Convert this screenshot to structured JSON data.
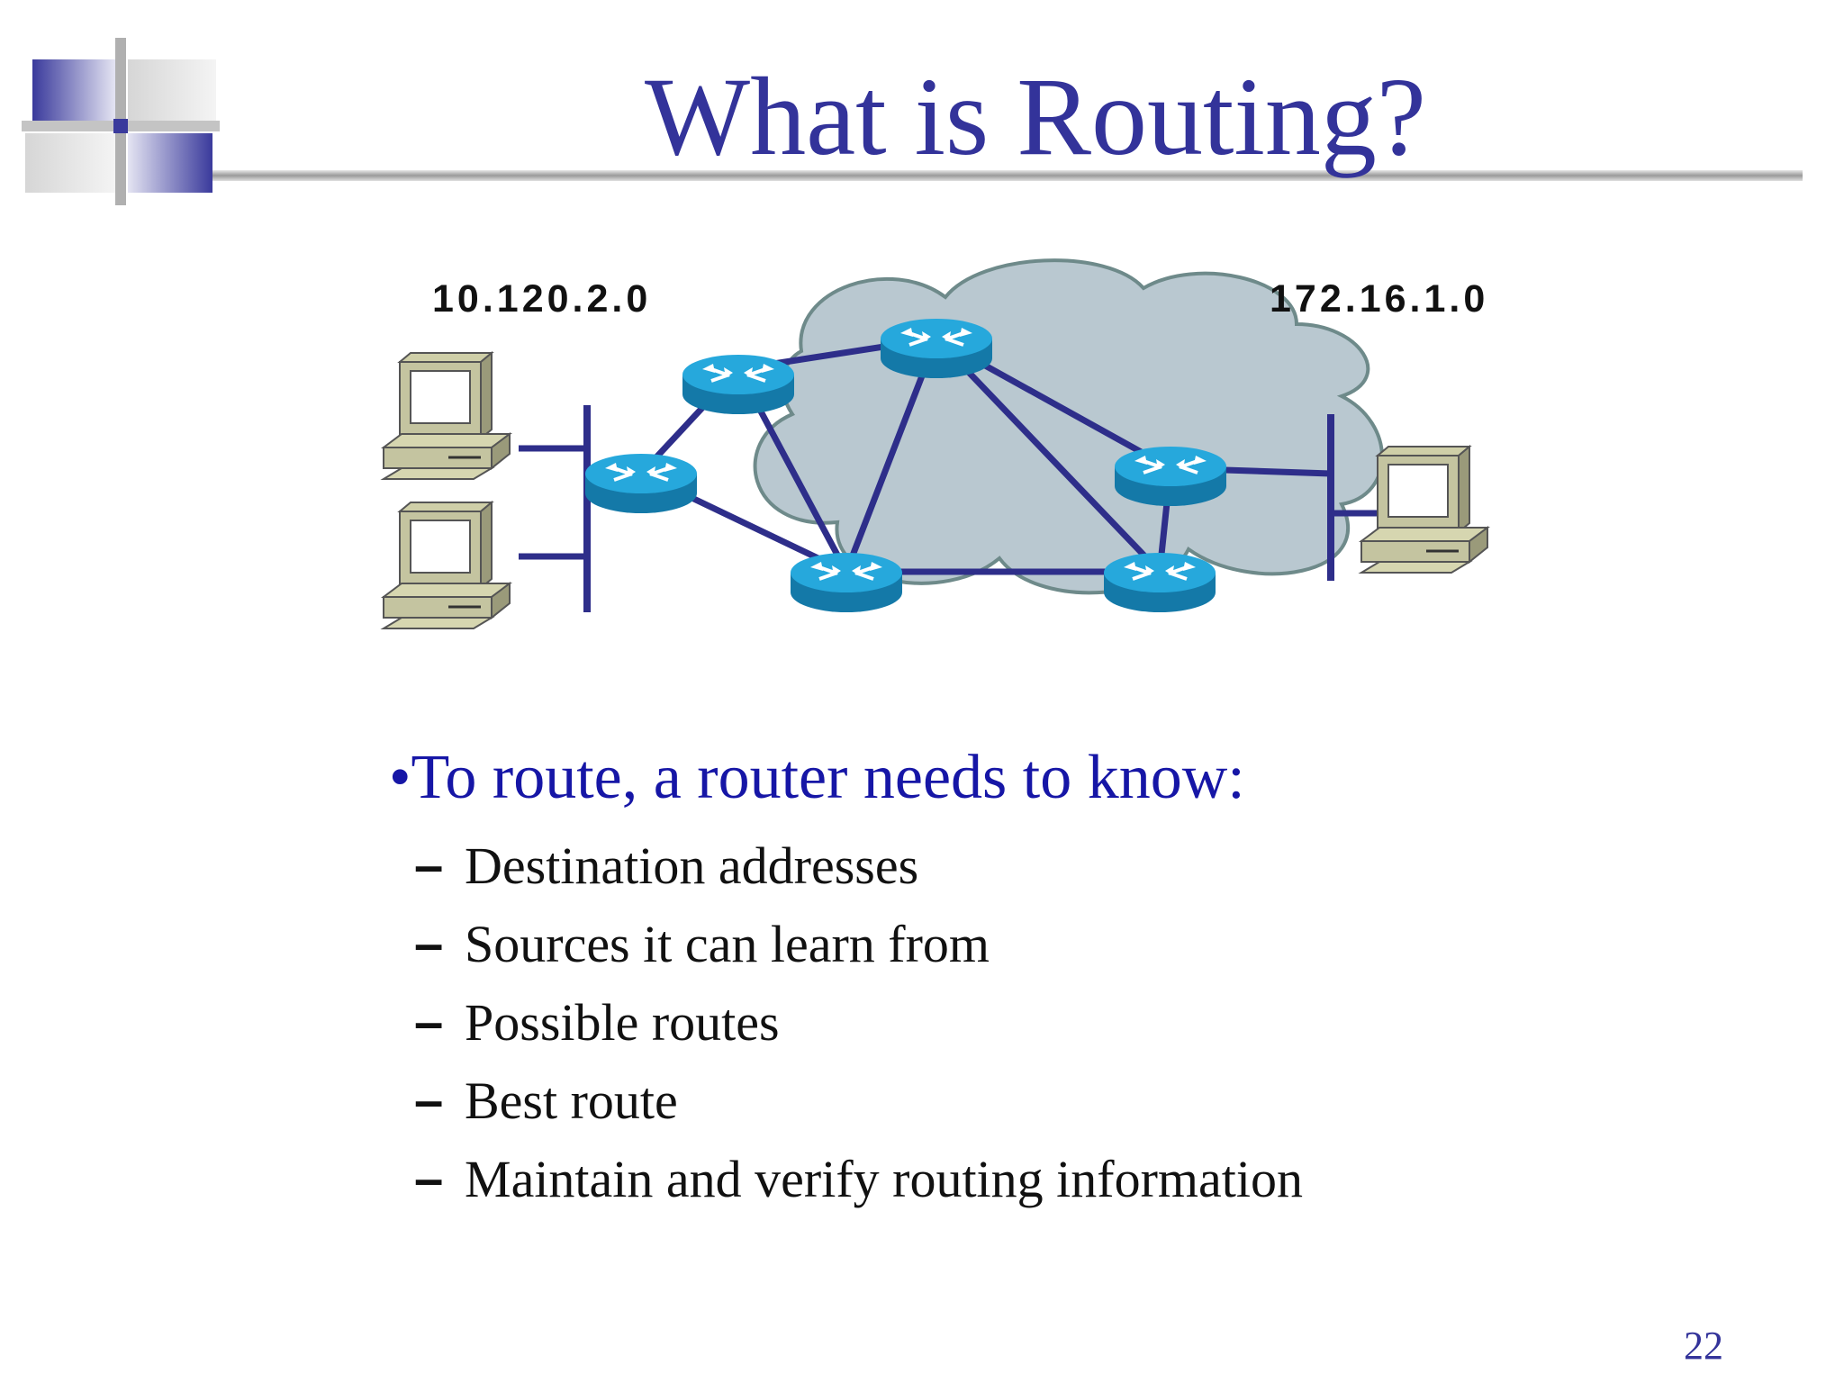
{
  "slide": {
    "title": "What is Routing?",
    "page_number": "22"
  },
  "diagram": {
    "left_network": "10.120.2.0",
    "right_network": "172.16.1.0"
  },
  "content": {
    "bullet": "•To route, a router needs to know:",
    "items": [
      "Destination addresses",
      "Sources it can learn from",
      "Possible routes",
      "Best route",
      "Maintain and verify routing information"
    ]
  },
  "colors": {
    "title": "#33339a",
    "bullet": "#1616a6",
    "cloud": "#b9c8d0",
    "router": "#1d9bd1",
    "link": "#2e2e8a"
  }
}
